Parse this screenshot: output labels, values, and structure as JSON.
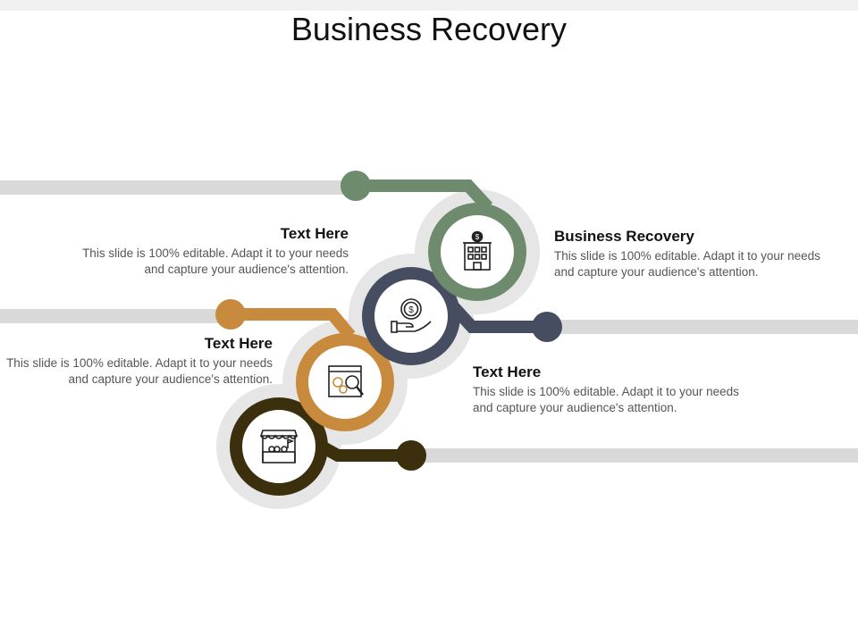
{
  "title": "Business Recovery",
  "colors": {
    "green": "#6e8b6e",
    "navy": "#474d60",
    "orange": "#c88b3d",
    "brown": "#3b2f0e",
    "track": "#d9d9d9",
    "halo": "#e6e6e6"
  },
  "blocks": [
    {
      "heading": "Text Here",
      "body": "This slide is 100% editable. Adapt it to your needs and capture your audience's attention."
    },
    {
      "heading": "Business Recovery",
      "body": "This slide is 100% editable. Adapt it to your needs and capture your audience's attention."
    },
    {
      "heading": "Text Here",
      "body": "This slide is 100% editable. Adapt it to your needs and capture your audience's attention."
    },
    {
      "heading": "Text Here",
      "body": "This slide is 100% editable. Adapt it to your needs and capture your audience's attention."
    }
  ],
  "icons": [
    "building-dollar-icon",
    "hand-coin-icon",
    "gear-search-icon",
    "market-stall-icon"
  ]
}
